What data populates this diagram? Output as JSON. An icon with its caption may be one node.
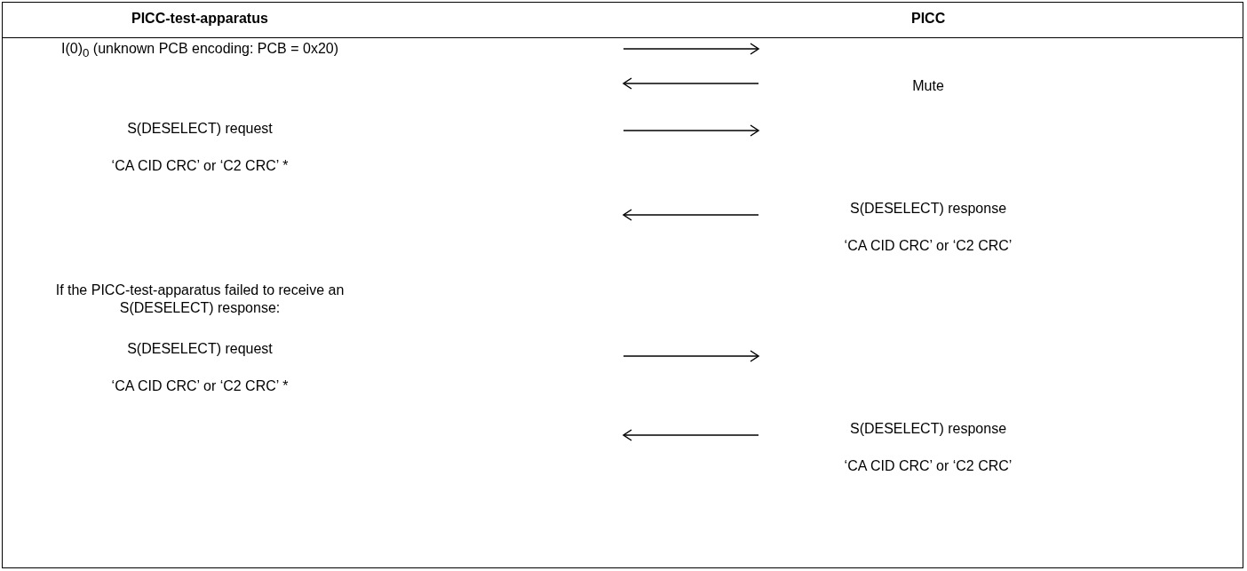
{
  "diagram": {
    "nodes": [
      {
        "text": [
          "I(0)$_{0}$ (unknown PCB encoding: PCB = 0x20)"
        ]
      },
      {
        "text": [
          "Mute"
        ]
      },
      {
        "text": [
          "S(DESELECT) request",
          "‘CA CID CRC’ or ‘C2 CRC’ *"
        ]
      },
      {
        "text": [
          "S(DESELECT) response",
          "‘CA CID CRC’ or ‘C2 CRC’"
        ]
      },
      {
        "text": [
          "S(DESELECT) request",
          "‘CA CID CRC’ or ‘C2 CRC’ *"
        ]
      },
      {
        "text": [
          "S(DESELECT) response",
          "‘CA CID CRC’ or ‘C2 CRC’"
        ]
      }
    ],
    "labels": [
      "PICC-test-apparatus",
      "PICC",
      "If the PICC-test-apparatus failed to receive an S(DESELECT) response:"
    ]
  }
}
